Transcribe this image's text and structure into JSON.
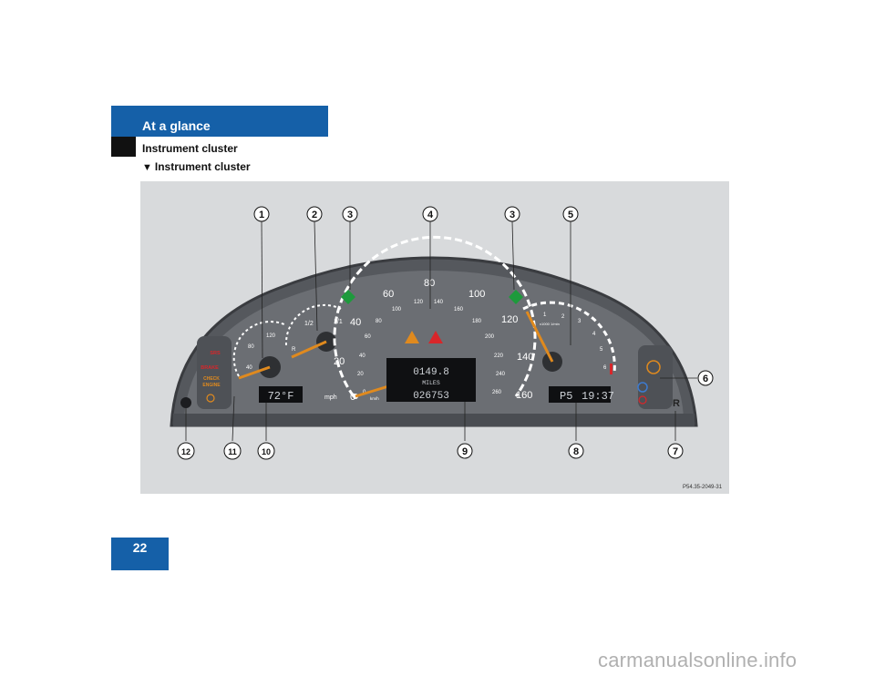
{
  "header": {
    "section": "At a glance"
  },
  "page": {
    "title": "Instrument cluster",
    "subtitle_marker": "▼",
    "subtitle": "Instrument cluster",
    "number": "22"
  },
  "figure": {
    "code": "P54.35-2049-31",
    "callouts": [
      "1",
      "2",
      "3",
      "4",
      "3",
      "5",
      "6",
      "7",
      "8",
      "9",
      "10",
      "11",
      "12"
    ],
    "speedo_mph_labels": [
      "0",
      "20",
      "40",
      "60",
      "80",
      "100",
      "120",
      "140",
      "160"
    ],
    "speedo_kmh_labels": [
      "0",
      "20",
      "40",
      "60",
      "80",
      "100",
      "120",
      "140",
      "160",
      "180",
      "200",
      "220",
      "240",
      "260"
    ],
    "speedo_unit_mph": "mph",
    "speedo_unit_kmh": "km/h",
    "display_trip": "0149.8",
    "display_unit": "MILES",
    "display_odometer": "026753",
    "display_temp": "72°F",
    "display_gear": "P5",
    "display_clock": "19:37",
    "tach_labels": [
      "1",
      "2",
      "3",
      "4",
      "5",
      "6"
    ],
    "tach_unit": "x1000 1/min",
    "temp_labels": [
      "40",
      "80",
      "120"
    ],
    "fuel_labels": [
      "R",
      "1/2",
      "1/1"
    ],
    "warning_srs": "SRS",
    "warning_brake": "BRAKE",
    "warning_check": "CHECK",
    "warning_engine": "ENGINE",
    "right_r": "R",
    "colors": {
      "brand_blue": "#1560a8",
      "indicator_green": "#1e9a3c",
      "needle": "#e08a1e",
      "warning_red": "#d8262a"
    }
  },
  "watermark": "carmanualsonline.info"
}
